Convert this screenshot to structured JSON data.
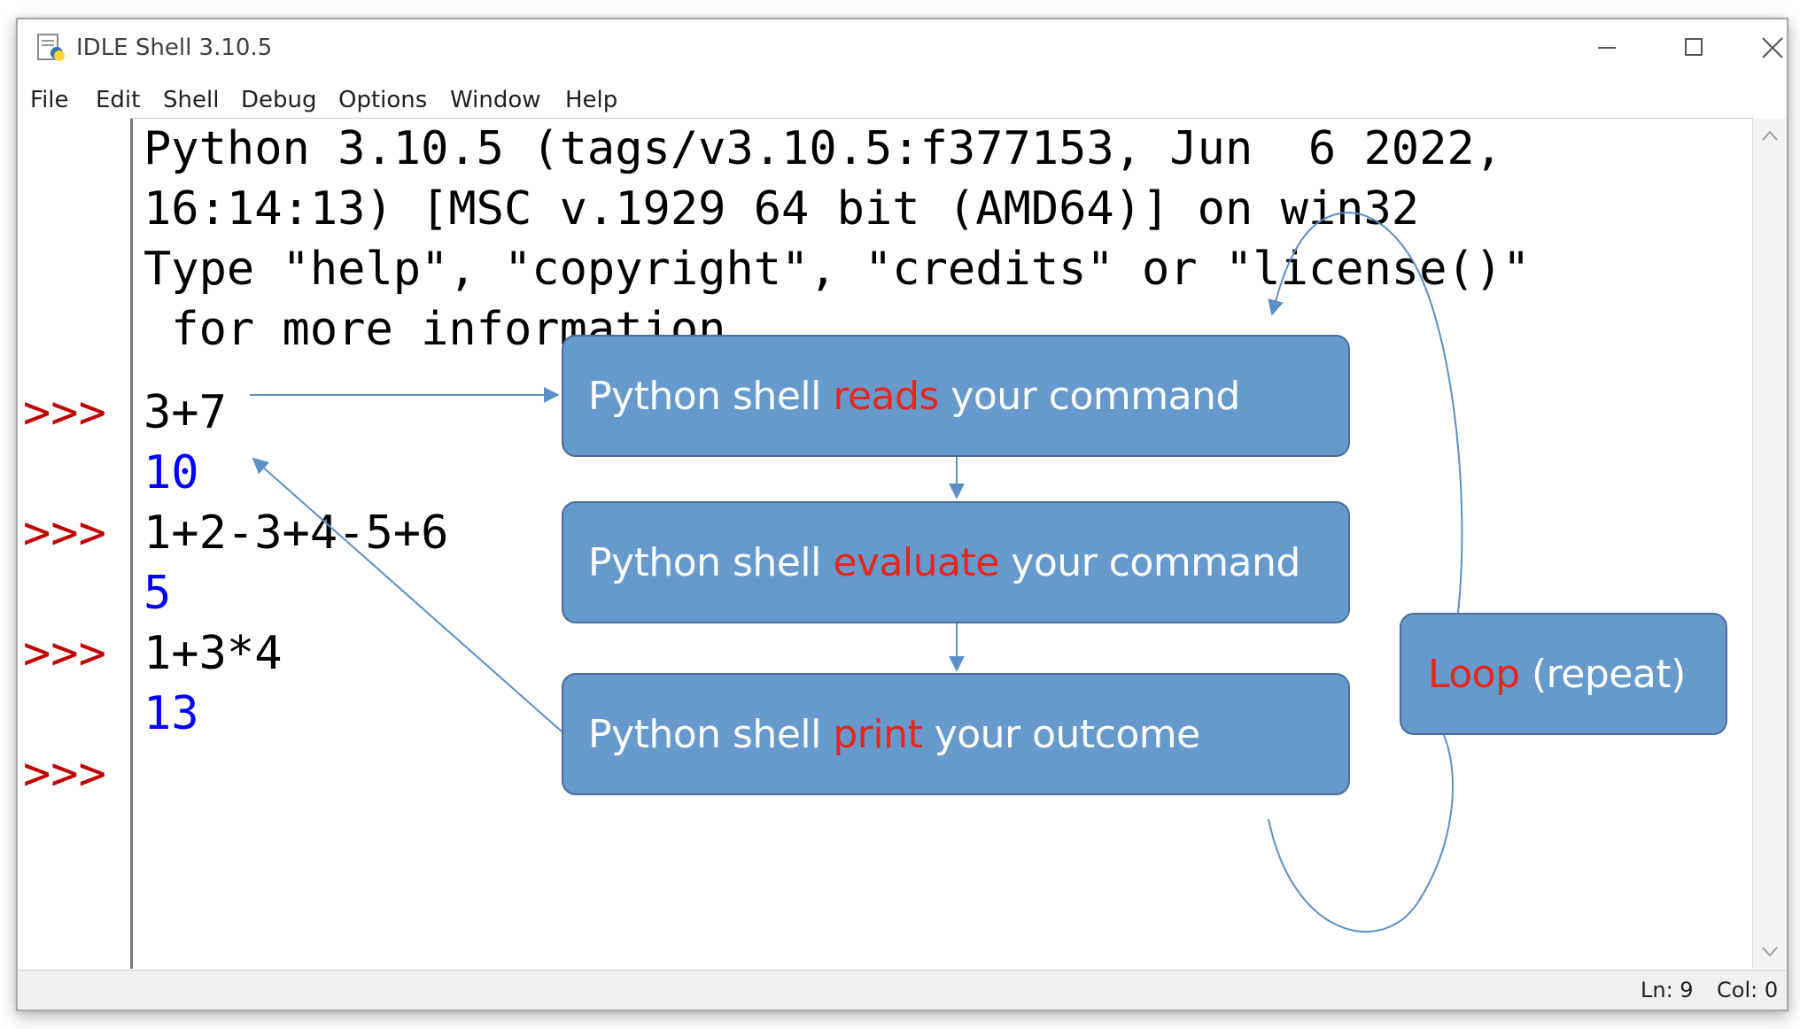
{
  "window": {
    "title": "IDLE Shell 3.10.5",
    "icon": "python-idle-icon",
    "controls": [
      "minimize-icon",
      "maximize-icon",
      "close-icon"
    ]
  },
  "menu": {
    "items": [
      "File",
      "Edit",
      "Shell",
      "Debug",
      "Options",
      "Window",
      "Help"
    ]
  },
  "shell": {
    "banner": [
      "Python 3.10.5 (tags/v3.10.5:f377153, Jun  6 2022,",
      "16:14:13) [MSC v.1929 64 bit (AMD64)] on win32",
      "Type \"help\", \"copyright\", \"credits\" or \"license()\"",
      " for more information."
    ],
    "prompt": ">>>",
    "entries": [
      {
        "input": "3+7",
        "output": "10"
      },
      {
        "input": "1+2-3+4-5+6",
        "output": "5"
      },
      {
        "input": "1+3*4",
        "output": "13"
      }
    ]
  },
  "diagram": {
    "read": {
      "prefix": "Python shell ",
      "keyword": "reads",
      "suffix": " your command"
    },
    "evaluate": {
      "prefix": "Python shell ",
      "keyword": "evaluate",
      "suffix": " your command"
    },
    "print": {
      "prefix": "Python shell ",
      "keyword": "print",
      "suffix": " your outcome"
    },
    "loop": {
      "keyword": "Loop",
      "suffix": " (repeat)"
    }
  },
  "status": {
    "line": "Ln: 9",
    "col": "Col: 0"
  },
  "colors": {
    "prompt": "#c00000",
    "output": "#0000ff",
    "box_fill": "#6699cc",
    "keyword": "#e8261b",
    "arrow": "#5b8fc7"
  }
}
